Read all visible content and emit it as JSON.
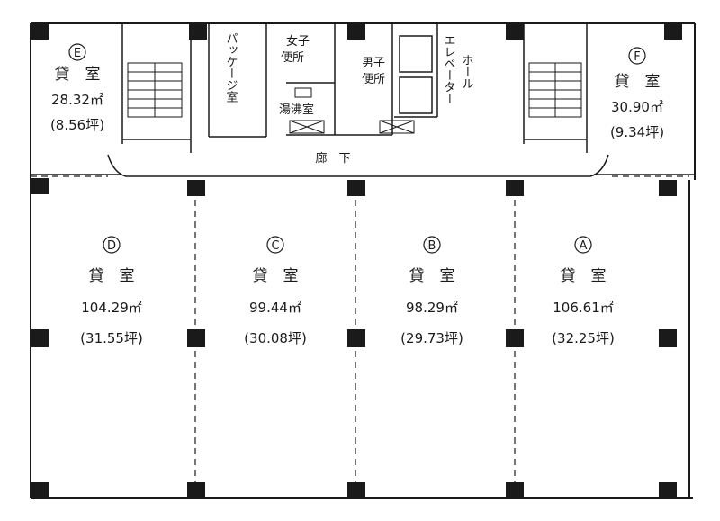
{
  "rooms": {
    "A": {
      "letter": "A",
      "name": "貸　室",
      "area": "106.61㎡",
      "tsubo": "(32.25坪)"
    },
    "B": {
      "letter": "B",
      "name": "貸　室",
      "area": "98.29㎡",
      "tsubo": "(29.73坪)"
    },
    "C": {
      "letter": "C",
      "name": "貸　室",
      "area": "99.44㎡",
      "tsubo": "(30.08坪)"
    },
    "D": {
      "letter": "D",
      "name": "貸　室",
      "area": "104.29㎡",
      "tsubo": "(31.55坪)"
    },
    "E": {
      "letter": "E",
      "name": "貸　室",
      "area": "28.32㎡",
      "tsubo": "(8.56坪)"
    },
    "F": {
      "letter": "F",
      "name": "貸　室",
      "area": "30.90㎡",
      "tsubo": "(9.34坪)"
    }
  },
  "facilities": {
    "package_room": "パッケージ室",
    "womens_toilet": [
      "女子",
      "便所"
    ],
    "mens_toilet": [
      "男子",
      "便所"
    ],
    "kitchenette": "湯沸室",
    "elevator_hall": [
      "エレベーター",
      "ホール"
    ],
    "corridor": "廊　下"
  }
}
